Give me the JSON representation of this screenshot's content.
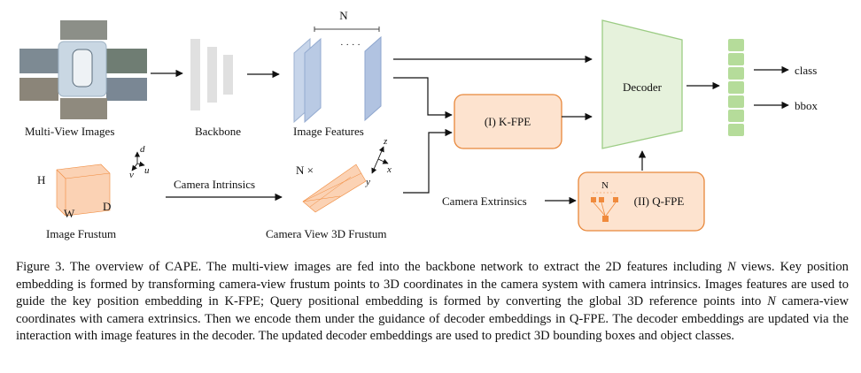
{
  "diagram": {
    "labels": {
      "multi_view_images": "Multi-View Images",
      "backbone": "Backbone",
      "image_features": "Image Features",
      "n_top": "N",
      "decoder": "Decoder",
      "kfpe": "(I) K-FPE",
      "qfpe": "(II) Q-FPE",
      "qfpe_n": "N",
      "class": "class",
      "bbox": "bbox",
      "image_frustum": "Image Frustum",
      "camera_intrinsics": "Camera Intrinsics",
      "camera_view_frustum": "Camera View 3D Frustum",
      "camera_extrinsics": "Camera Extrinsics",
      "n_times": "N ×",
      "axis_H": "H",
      "axis_W": "W",
      "axis_D": "D",
      "axis_d": "d",
      "axis_v": "v",
      "axis_u": "u",
      "axis_z": "z",
      "axis_x": "x",
      "axis_y": "y"
    },
    "colors": {
      "fpe_fill": "#fde3cf",
      "fpe_stroke": "#e8873a",
      "decoder_fill": "#e6f2dc",
      "decoder_stroke": "#9ccc84",
      "embedding_block": "#b5dc9a",
      "backbone_bars": "#e0e0e0",
      "feature_maps": "#b8c9e3",
      "frustum_dots": "#f08a3c"
    },
    "embedding_count": 7
  },
  "caption": {
    "p1": "Figure 3. The overview of CAPE. The multi-view images are fed into the backbone network to extract the 2D features including ",
    "n1": "N",
    "p2": " views. Key position embedding is formed by transforming camera-view frustum points to 3D coordinates in the camera system with camera intrinsics. Images features are used to guide the key position embedding in K-FPE; Query positional embedding is formed by converting the global 3D reference points into ",
    "n2": "N",
    "p3": " camera-view coordinates with camera extrinsics. Then we encode them under the guidance of decoder embeddings in Q-FPE. The decoder embeddings are updated via the interaction with image features in the decoder. The updated decoder embeddings are used to predict 3D bounding boxes and object classes."
  }
}
